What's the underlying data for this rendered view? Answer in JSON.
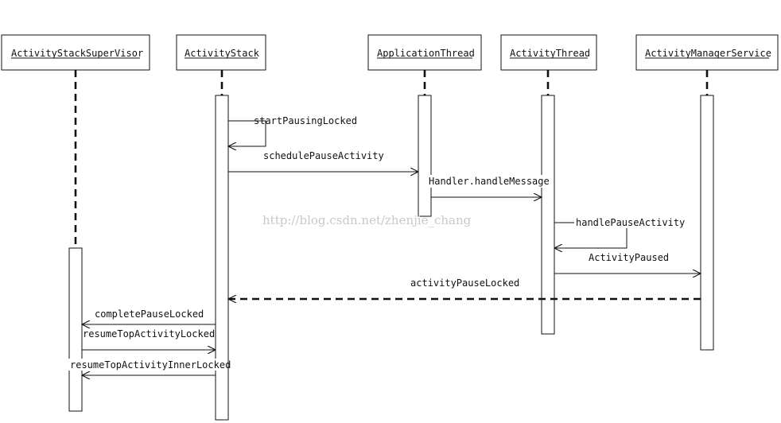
{
  "participants": [
    {
      "id": "supervisor",
      "name": "ActivityStackSuperVisor"
    },
    {
      "id": "stack",
      "name": "ActivityStack"
    },
    {
      "id": "appthread",
      "name": "ApplicationThread"
    },
    {
      "id": "actthread",
      "name": "ActivityThread"
    },
    {
      "id": "ams",
      "name": "ActivityManagerService"
    }
  ],
  "messages": [
    {
      "id": "m1",
      "label": "startPausingLocked"
    },
    {
      "id": "m2",
      "label": "schedulePauseActivity"
    },
    {
      "id": "m3",
      "label": "Handler.handleMessage"
    },
    {
      "id": "m4",
      "label": "handlePauseActivity"
    },
    {
      "id": "m5",
      "label": "ActivityPaused"
    },
    {
      "id": "m6",
      "label": "activityPauseLocked"
    },
    {
      "id": "m7",
      "label": "completePauseLocked"
    },
    {
      "id": "m8",
      "label": "resumeTopActivityLocked"
    },
    {
      "id": "m9",
      "label": "resumeTopActivityInnerLocked"
    }
  ],
  "watermark": "http://blog.csdn.net/zhenjie_chang",
  "colors": {
    "line": "#111111",
    "watermark": "#c8c8c8",
    "background": "#ffffff"
  }
}
